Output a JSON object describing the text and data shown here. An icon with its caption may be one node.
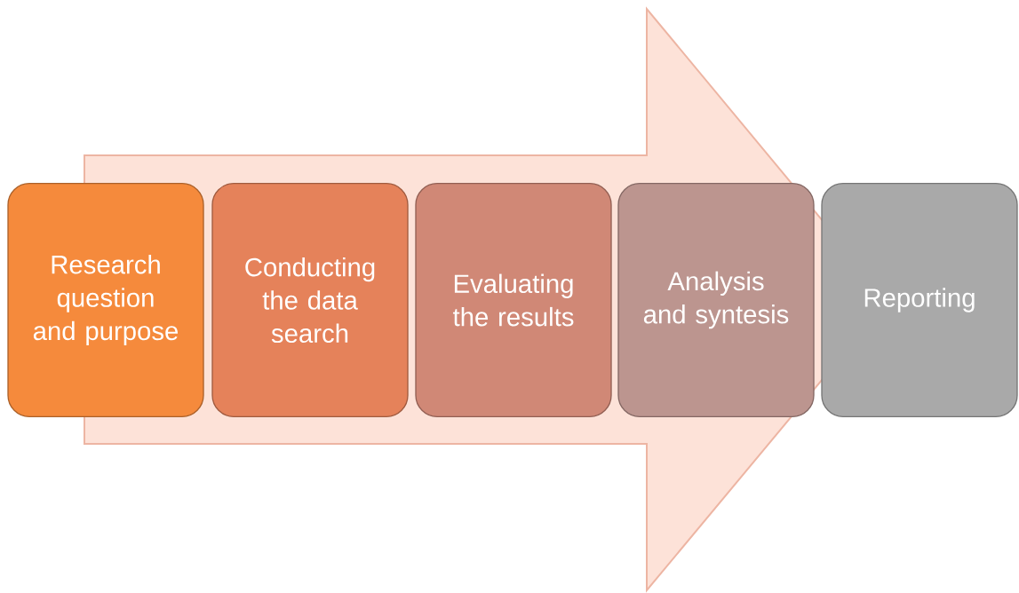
{
  "diagram": {
    "nodes": [
      {
        "text": [
          "Research question and purpose"
        ]
      },
      {
        "text": [
          "Conducting the data search"
        ]
      },
      {
        "text": [
          "Evaluating the results"
        ]
      },
      {
        "text": [
          "Analysis and syntesis"
        ]
      },
      {
        "text": [
          "Reporting"
        ]
      }
    ],
    "edges": [
      {
        "from": 0,
        "to": 4,
        "arrow": "to"
      }
    ]
  }
}
